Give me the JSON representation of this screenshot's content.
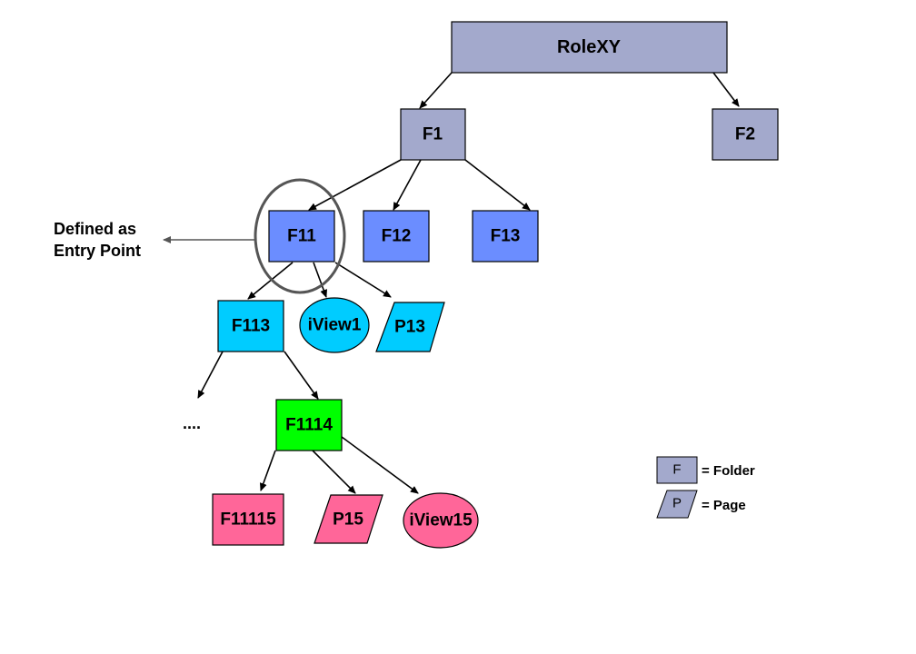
{
  "diagram": {
    "colors": {
      "role": "#a3a9cc",
      "level1": "#a3a9cc",
      "level2": "#6b8dff",
      "level3": "#00ccff",
      "entry_child": "#00ff00",
      "leaf": "#ff6699",
      "ring": "#555555",
      "edge": "#000000"
    },
    "nodes": {
      "role": {
        "label": "RoleXY",
        "kind": "folder"
      },
      "f1": {
        "label": "F1",
        "kind": "folder"
      },
      "f2": {
        "label": "F2",
        "kind": "folder"
      },
      "f11": {
        "label": "F11",
        "kind": "folder"
      },
      "f12": {
        "label": "F12",
        "kind": "folder"
      },
      "f13": {
        "label": "F13",
        "kind": "folder"
      },
      "f113": {
        "label": "F113",
        "kind": "folder"
      },
      "iview1": {
        "label": "iView1",
        "kind": "iview"
      },
      "p13": {
        "label": "P13",
        "kind": "page"
      },
      "f1114": {
        "label": "F1114",
        "kind": "folder"
      },
      "f11115": {
        "label": "F11115",
        "kind": "folder"
      },
      "p15": {
        "label": "P15",
        "kind": "page"
      },
      "iview15": {
        "label": "iView15",
        "kind": "iview"
      }
    },
    "edges": [
      [
        "role",
        "f1"
      ],
      [
        "role",
        "f2"
      ],
      [
        "f1",
        "f11"
      ],
      [
        "f1",
        "f12"
      ],
      [
        "f1",
        "f13"
      ],
      [
        "f11",
        "f113"
      ],
      [
        "f11",
        "iview1"
      ],
      [
        "f11",
        "p13"
      ],
      [
        "f113",
        "ellipsis"
      ],
      [
        "f113",
        "f1114"
      ],
      [
        "f1114",
        "f11115"
      ],
      [
        "f1114",
        "p15"
      ],
      [
        "f1114",
        "iview15"
      ]
    ],
    "ellipsis": "....",
    "annotation": {
      "line1": "Defined as",
      "line2": "Entry Point",
      "target": "f11"
    },
    "legend": [
      {
        "glyph": "F",
        "shape": "rectangle",
        "text": "= Folder"
      },
      {
        "glyph": "P",
        "shape": "parallelogram",
        "text": "= Page"
      }
    ]
  }
}
